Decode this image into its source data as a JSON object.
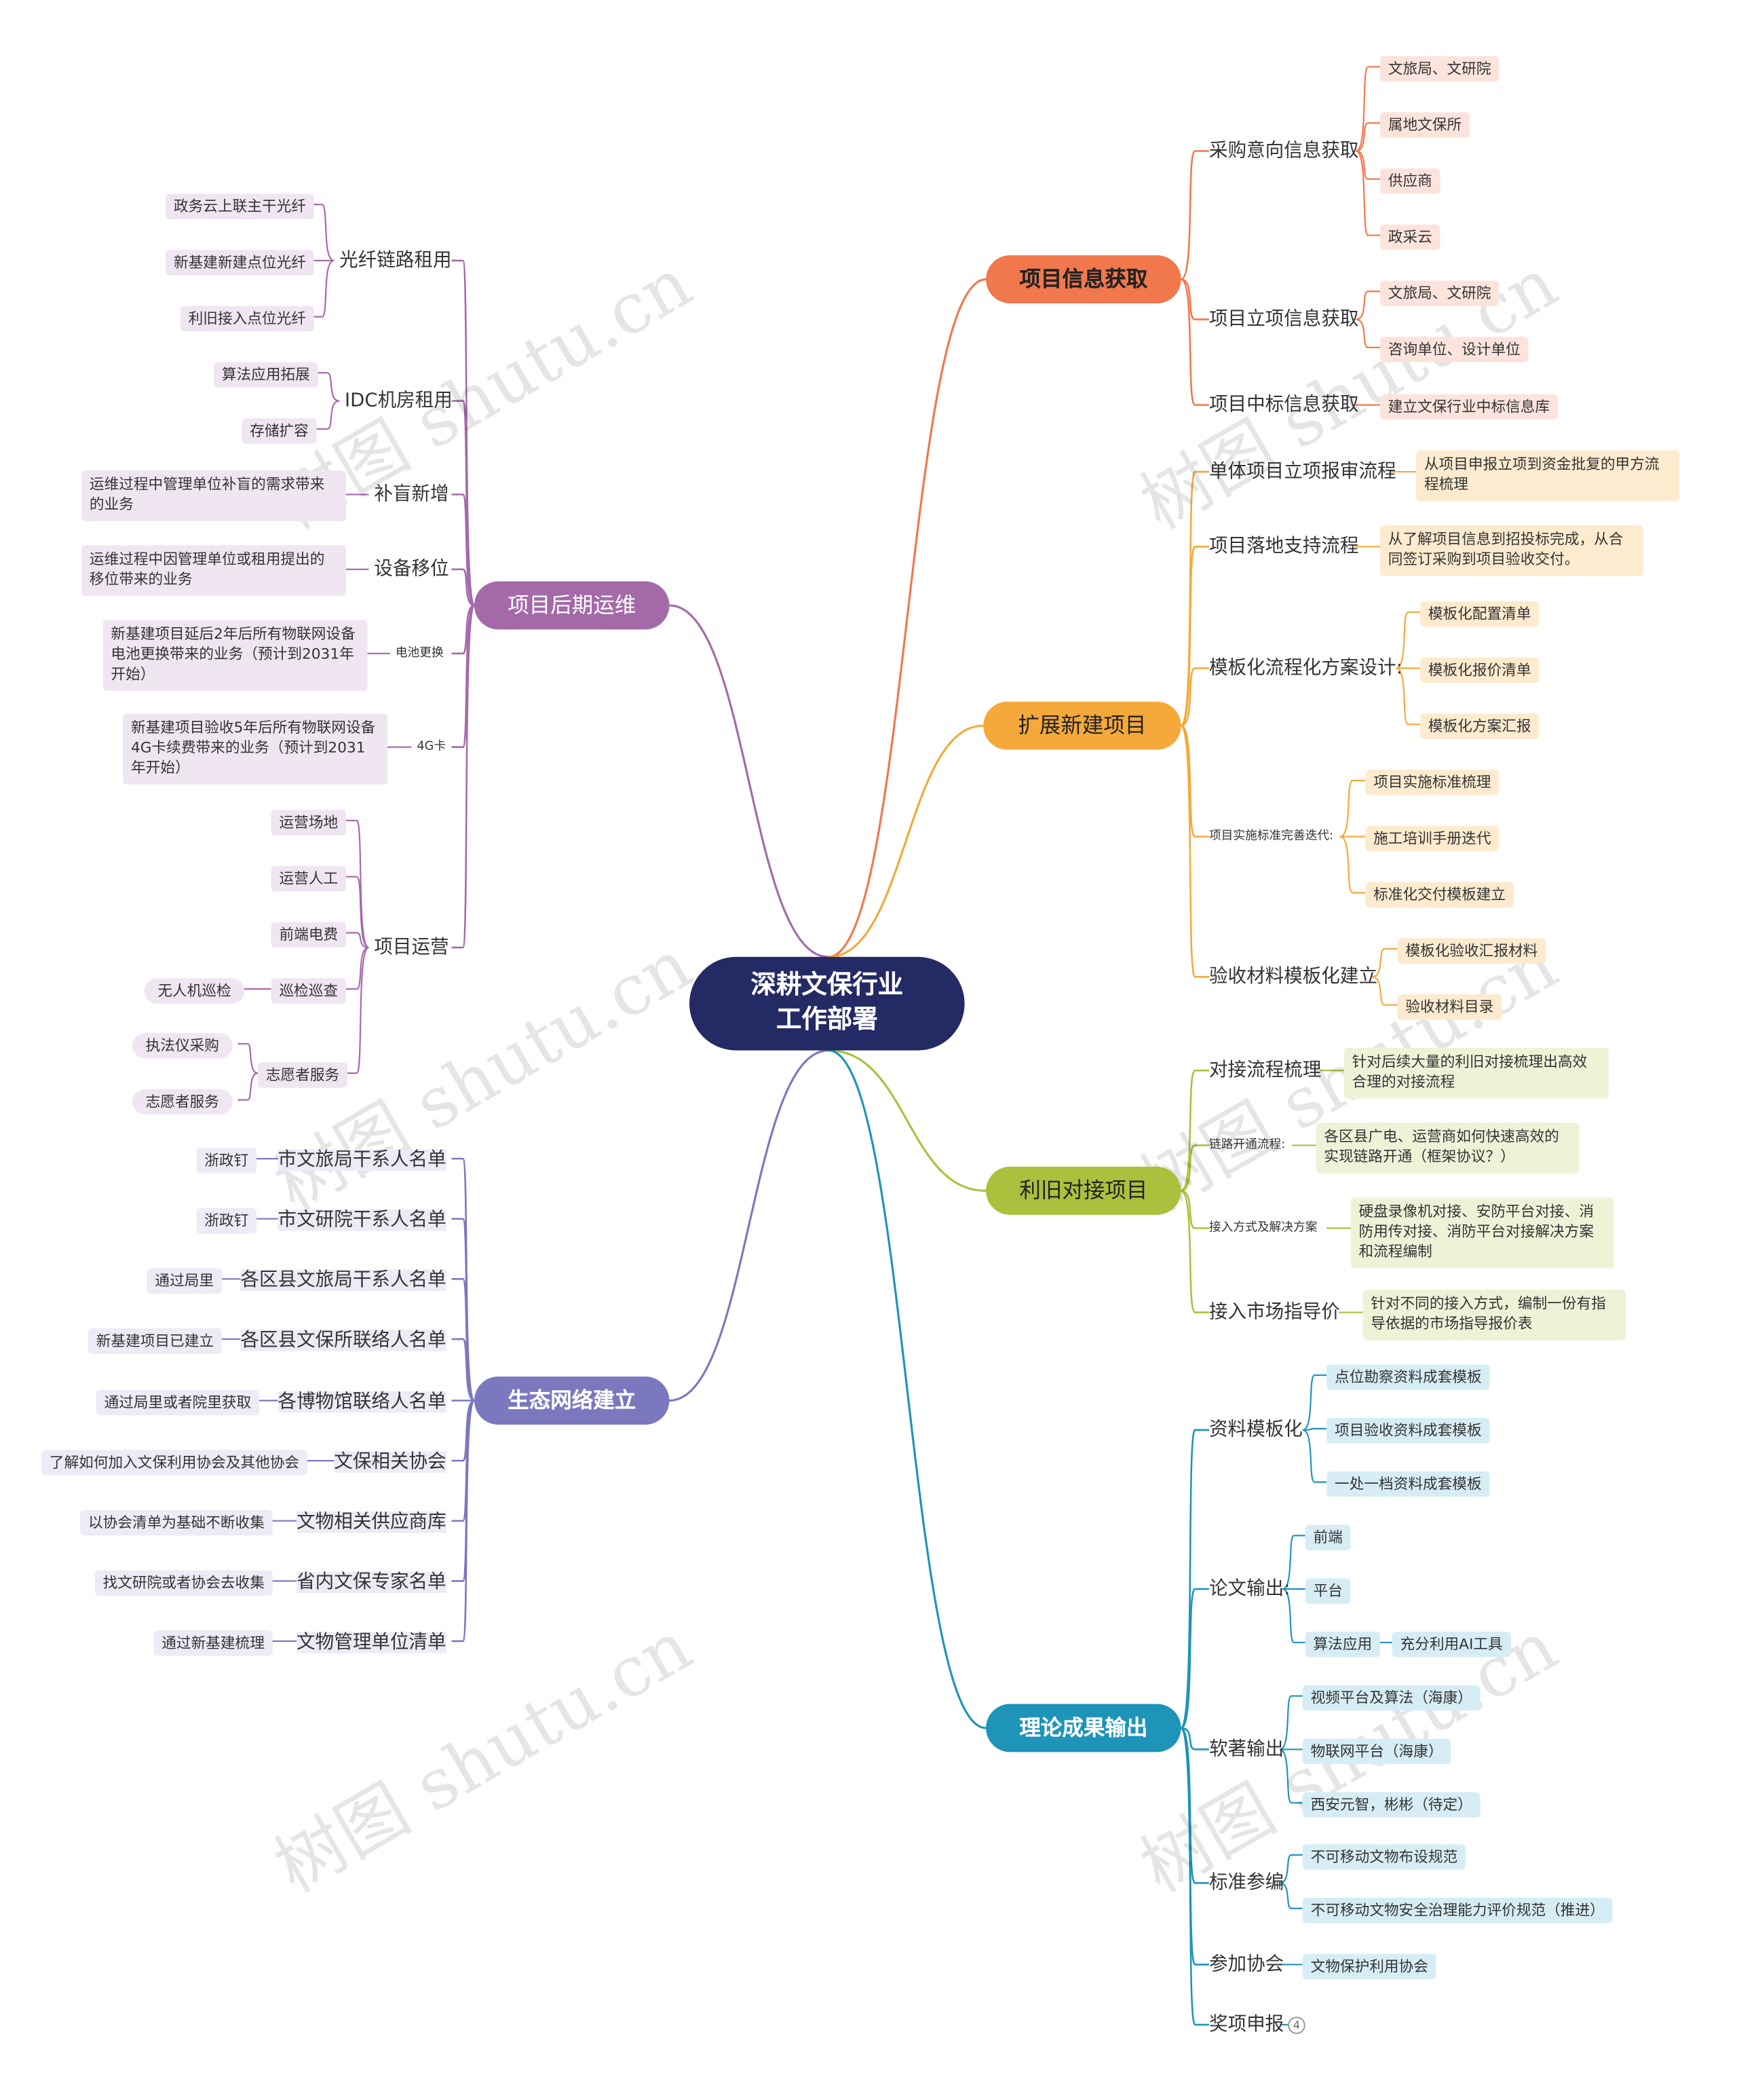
{
  "root": {
    "line1": "深耕文保行业",
    "line2": "工作部署"
  },
  "colors": {
    "root": "#242A63",
    "info": "#F0784C",
    "expand": "#F4A93A",
    "reuse": "#A9C13D",
    "theory": "#1E94B8",
    "ops": "#A46AA8",
    "eco": "#7B78BF"
  },
  "branches": {
    "info": {
      "label": "项目信息获取",
      "purchase": {
        "label": "采购意向信息获取",
        "items": [
          "文旅局、文研院",
          "属地文保所",
          "供应商",
          "政采云"
        ]
      },
      "approval": {
        "label": "项目立项信息获取",
        "items": [
          "文旅局、文研院",
          "咨询单位、设计单位"
        ]
      },
      "bid": {
        "label": "项目中标信息获取",
        "items": [
          "建立文保行业中标信息库"
        ]
      }
    },
    "expand": {
      "label": "扩展新建项目",
      "single": {
        "label": "单体项目立项报审流程",
        "note": "从项目申报立项到资金批复的甲方流程梳理"
      },
      "landing": {
        "label": "项目落地支持流程",
        "note": "从了解项目信息到招投标完成，从合同签订采购到项目验收交付。"
      },
      "template": {
        "label": "模板化流程化方案设计:",
        "items": [
          "模板化配置清单",
          "模板化报价清单",
          "模板化方案汇报"
        ]
      },
      "standard": {
        "label": "项目实施标准完善迭代:",
        "items": [
          "项目实施标准梳理",
          "施工培训手册迭代",
          "标准化交付模板建立"
        ]
      },
      "accept": {
        "label": "验收材料模板化建立",
        "items": [
          "模板化验收汇报材料",
          "验收材料目录"
        ]
      }
    },
    "reuse": {
      "label": "利旧对接项目",
      "flow": {
        "label": "对接流程梳理",
        "note": "针对后续大量的利旧对接梳理出高效合理的对接流程"
      },
      "link": {
        "label": "链路开通流程:",
        "note": "各区县广电、运营商如何快速高效的实现链路开通（框架协议？）"
      },
      "access": {
        "label": "接入方式及解决方案",
        "note": "硬盘录像机对接、安防平台对接、消防用传对接、消防平台对接解决方案和流程编制"
      },
      "market": {
        "label": "接入市场指导价",
        "note": "针对不同的接入方式，编制一份有指导依据的市场指导报价表"
      }
    },
    "theory": {
      "label": "理论成果输出",
      "docs": {
        "label": "资料模板化",
        "items": [
          "点位勘察资料成套模板",
          "项目验收资料成套模板",
          "一处一档资料成套模板"
        ]
      },
      "paper": {
        "label": "论文输出:",
        "items": [
          "前端",
          "平台",
          "算法应用"
        ],
        "ai": "充分利用AI工具"
      },
      "soft": {
        "label": "软著输出",
        "items": [
          "视频平台及算法（海康）",
          "物联网平台（海康）",
          "西安元智，彬彬（待定）"
        ]
      },
      "std": {
        "label": "标准参编",
        "items": [
          "不可移动文物布设规范",
          "不可移动文物安全治理能力评价规范（推进）"
        ]
      },
      "assoc": {
        "label": "参加协会",
        "items": [
          "文物保护利用协会"
        ]
      },
      "award": {
        "label": "奖项申报",
        "badge": "4"
      }
    },
    "ops": {
      "label": "项目后期运维",
      "fiber": {
        "label": "光纤链路租用",
        "items": [
          "政务云上联主干光纤",
          "新基建新建点位光纤",
          "利旧接入点位光纤"
        ]
      },
      "idc": {
        "label": "IDC机房租用",
        "items": [
          "算法应用拓展",
          "存储扩容"
        ]
      },
      "blind": {
        "label": "补盲新增",
        "note": "运维过程中管理单位补盲的需求带来的业务"
      },
      "move": {
        "label": "设备移位",
        "note": "运维过程中因管理单位或租用提出的移位带来的业务"
      },
      "battery": {
        "label": "电池更换",
        "note": "新基建项目延后2年后所有物联网设备电池更换带来的业务（预计到2031年开始）"
      },
      "card": {
        "label": "4G卡",
        "note": "新基建项目验收5年后所有物联网设备4G卡续费带来的业务（预计到2031年开始）"
      },
      "operate": {
        "label": "项目运营",
        "items": [
          "运营场地",
          "运营人工",
          "前端电费",
          "巡检巡查",
          "志愿者服务"
        ],
        "drone": "无人机巡检",
        "volunteer_items": [
          "执法仪采购",
          "志愿者服务"
        ]
      }
    },
    "eco": {
      "label": "生态网络建立",
      "items": [
        {
          "label": "市文旅局干系人名单",
          "note": "浙政钉"
        },
        {
          "label": "市文研院干系人名单",
          "note": "浙政钉"
        },
        {
          "label": "各区县文旅局干系人名单",
          "note": "通过局里"
        },
        {
          "label": "各区县文保所联络人名单",
          "note": "新基建项目已建立"
        },
        {
          "label": "各博物馆联络人名单",
          "note": "通过局里或者院里获取"
        },
        {
          "label": "文保相关协会",
          "note": "了解如何加入文保利用协会及其他协会"
        },
        {
          "label": "文物相关供应商库",
          "note": "以协会清单为基础不断收集"
        },
        {
          "label": "省内文保专家名单",
          "note": "找文研院或者协会去收集"
        },
        {
          "label": "文物管理单位清单",
          "note": "通过新基建梳理"
        }
      ]
    }
  },
  "watermark": "树图 shutu.cn"
}
